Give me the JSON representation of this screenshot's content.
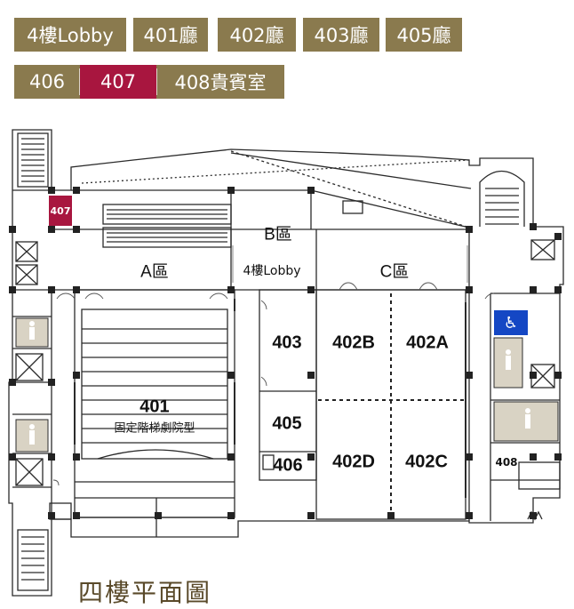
{
  "tabs": [
    {
      "label": "4樓Lobby"
    },
    {
      "label": "401廳"
    },
    {
      "label": "402廳"
    },
    {
      "label": "403廳"
    },
    {
      "label": "405廳"
    },
    {
      "label": "406"
    },
    {
      "label": "407",
      "active": true
    },
    {
      "label": "408貴賓室"
    }
  ],
  "rooms": {
    "r407": "407",
    "zone_a": "A區",
    "zone_b": "B區",
    "zone_c": "C區",
    "lobby": "4樓Lobby",
    "r401": "401",
    "r401_sub": "固定階梯劇院型",
    "r403": "403",
    "r405": "405",
    "r406": "406",
    "r402a": "402A",
    "r402b": "402B",
    "r402c": "402C",
    "r402d": "402D",
    "r408": "408"
  },
  "icons": {
    "accessible": "wheelchair-icon",
    "toilet": "restroom-person-icon",
    "stairs": "staircase-icon",
    "escalator": "escalator-icon",
    "elevator": "elevator-icon"
  },
  "colors": {
    "tab": "#8a7a4e",
    "tab_active": "#a8163f",
    "wall": "#2b2b2b",
    "restroom_fill": "#d9d3c4",
    "accessible": "#1447c4"
  },
  "title": "四樓平面圖"
}
